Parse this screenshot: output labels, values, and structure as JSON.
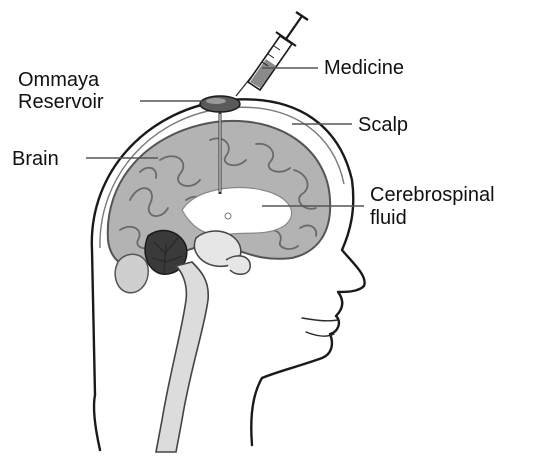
{
  "labels": {
    "medicine": "Medicine",
    "ommaya_line1": "Ommaya",
    "ommaya_line2": "Reservoir",
    "scalp": "Scalp",
    "brain": "Brain",
    "csf_line1": "Cerebrospinal",
    "csf_line2": "fluid"
  },
  "colors": {
    "brain_fill": "#b3b3b3",
    "csf_fill": "#ffffff",
    "reservoir_fill": "#5a5a5a",
    "outline": "#1a1a1a",
    "leader": "#555555"
  }
}
